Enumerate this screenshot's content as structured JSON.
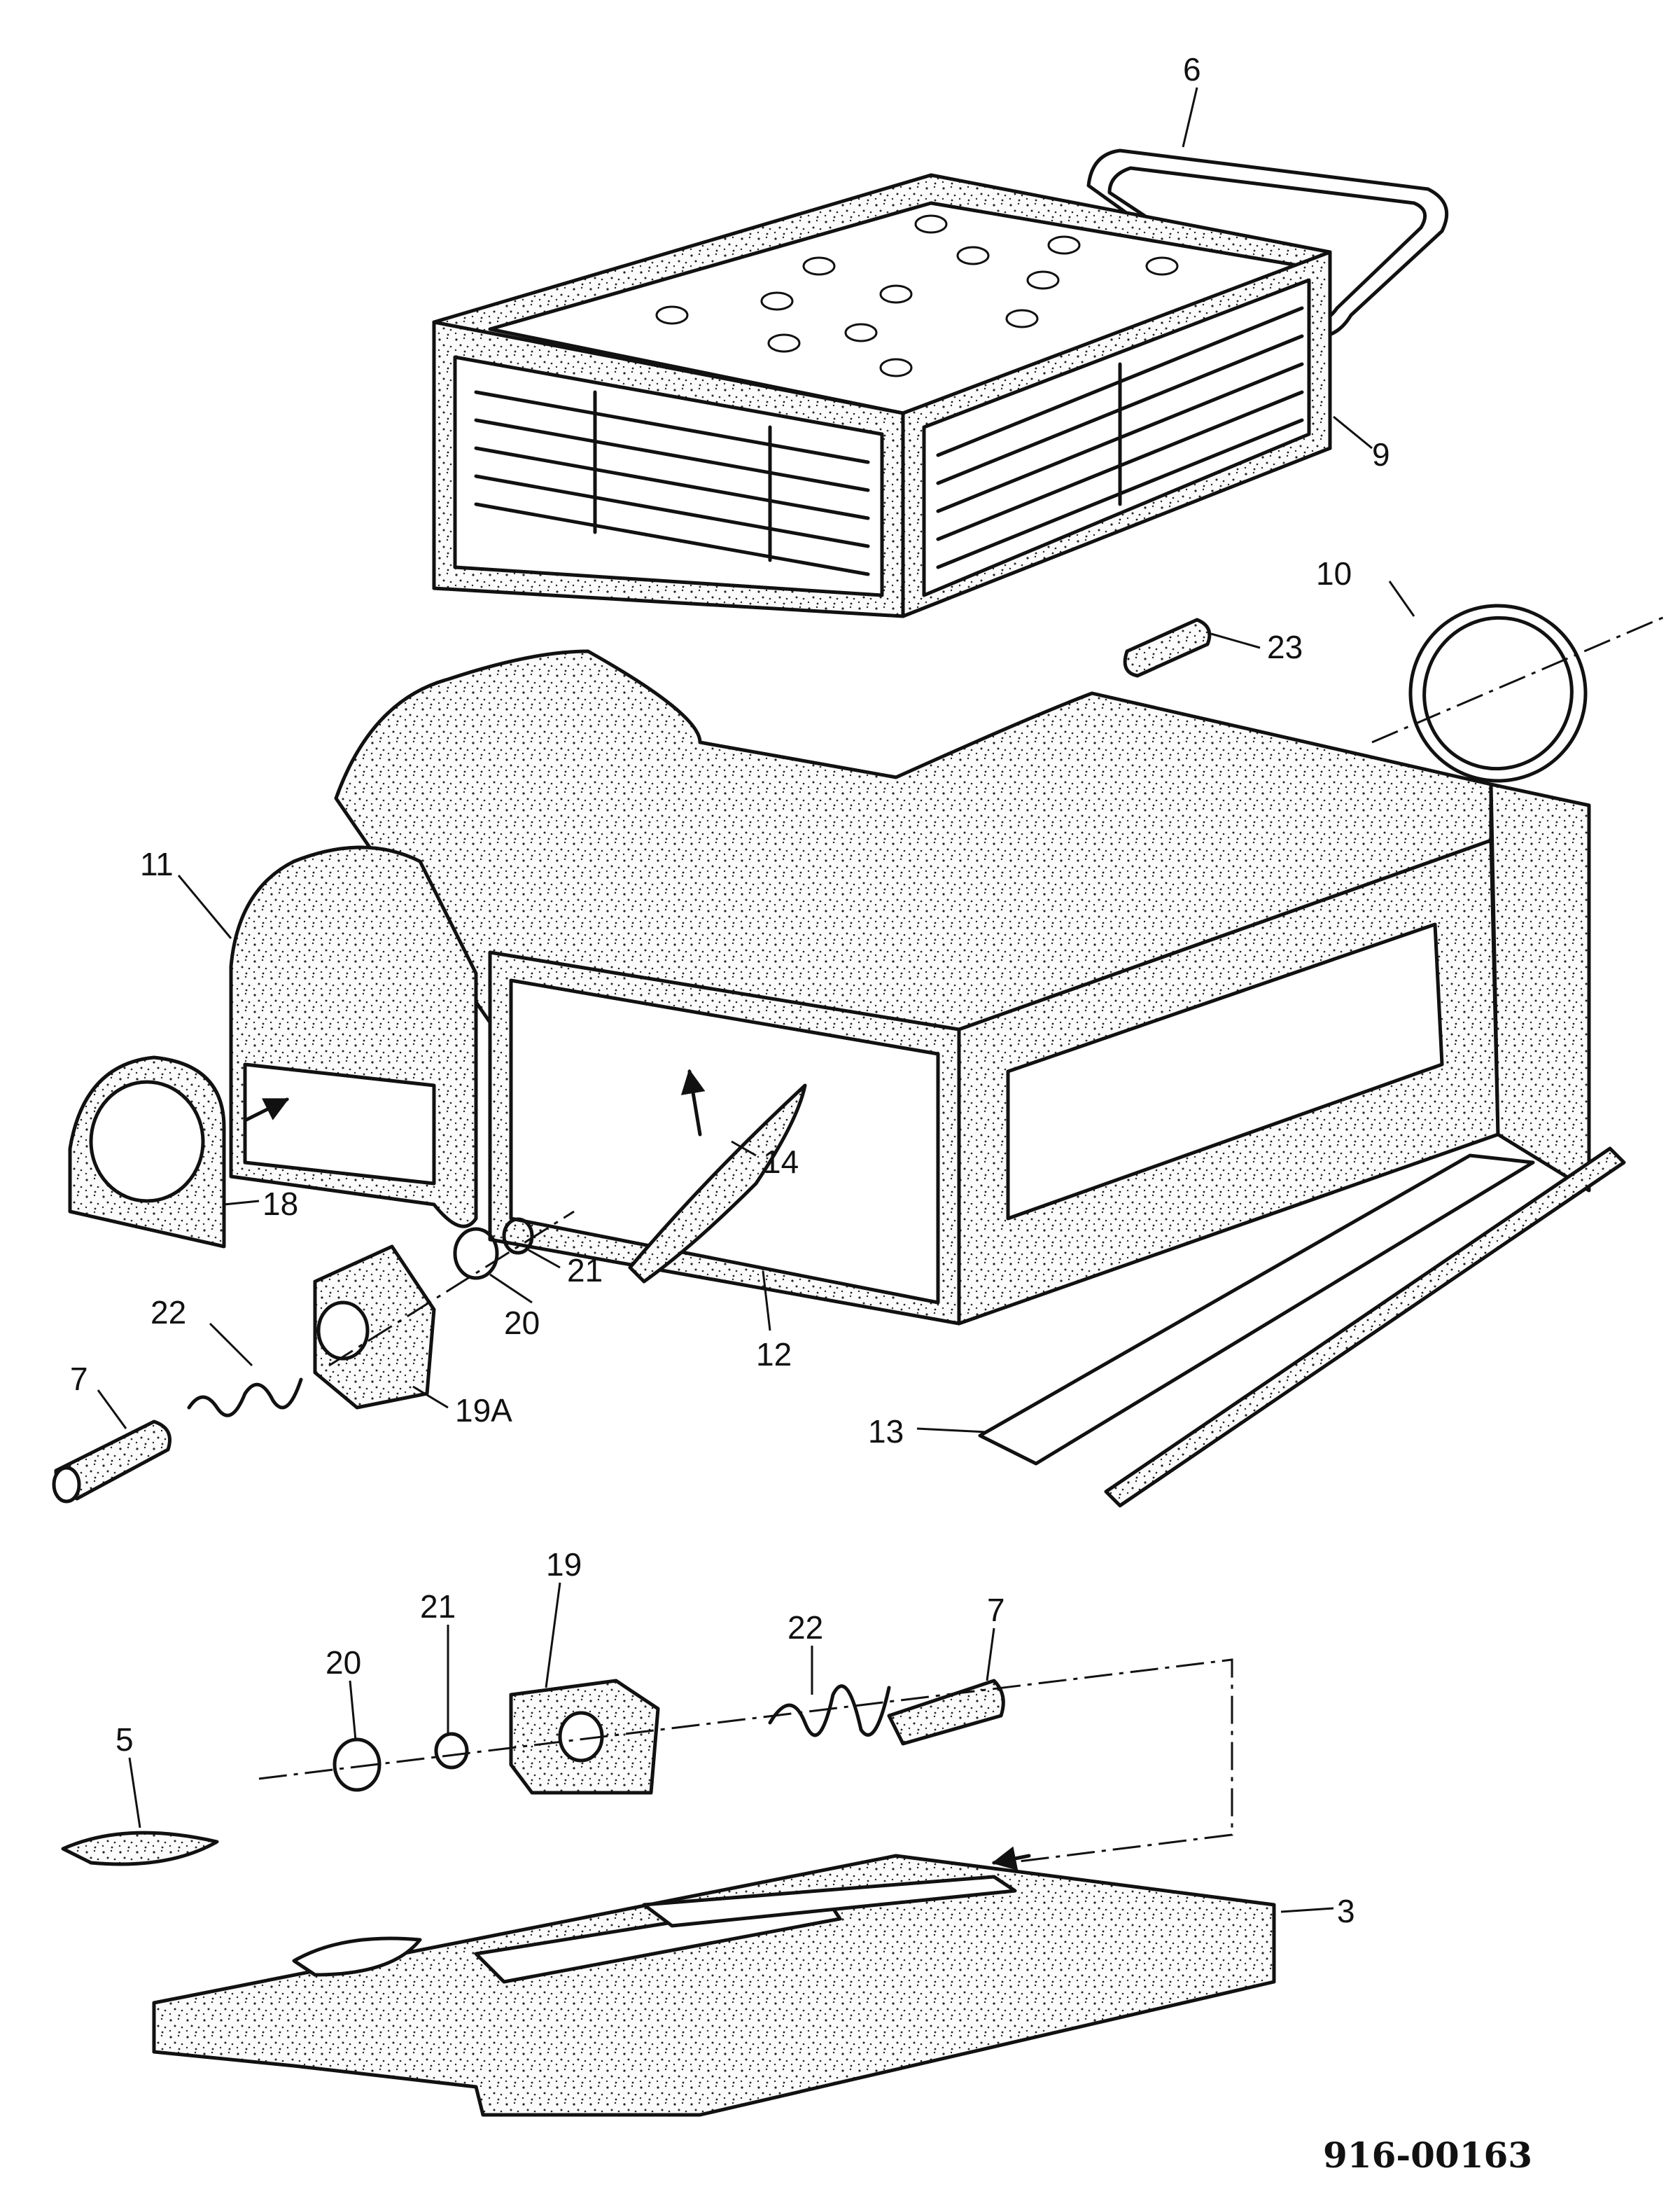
{
  "document_number": "916-00163",
  "callouts": {
    "c3": "3",
    "c5": "5",
    "c6": "6",
    "c7": "7",
    "c9": "9",
    "c10": "10",
    "c11": "11",
    "c12": "12",
    "c13": "13",
    "c14": "14",
    "c18": "18",
    "c19": "19",
    "c19A": "19A",
    "c20": "20",
    "c21": "21",
    "c22": "22",
    "c23": "23"
  }
}
